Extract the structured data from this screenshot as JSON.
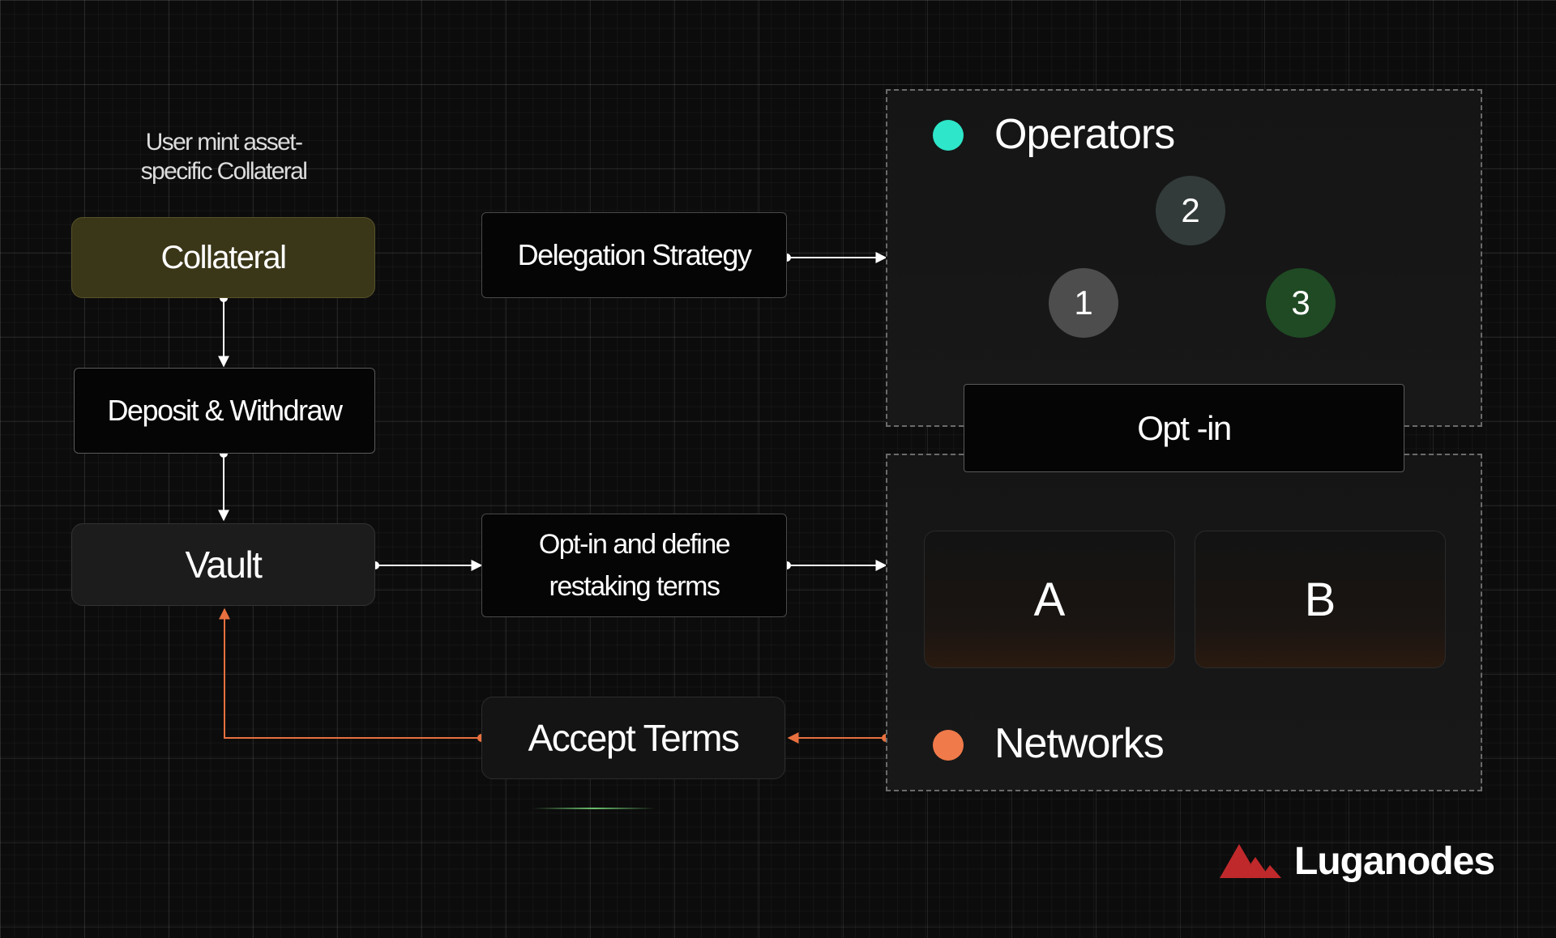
{
  "left": {
    "caption": "User mint asset-\nspecific Collateral",
    "collateral": "Collateral",
    "deposit_withdraw": "Deposit & Withdraw",
    "vault": "Vault"
  },
  "middle": {
    "delegation_strategy": "Delegation Strategy",
    "optin_define_line1": "Opt-in and define",
    "optin_define_line2": "restaking terms",
    "accept_terms": "Accept Terms"
  },
  "operators": {
    "title": "Operators",
    "dot_color": "#2ee6c9",
    "nodes": [
      {
        "label": "1",
        "color": "#4d4d4d"
      },
      {
        "label": "2",
        "color": "#323b3a"
      },
      {
        "label": "3",
        "color": "#1f4a24"
      }
    ],
    "optin_label": "Opt -in"
  },
  "networks": {
    "title": "Networks",
    "dot_color": "#f07a4a",
    "cards": [
      "A",
      "B"
    ]
  },
  "brand": {
    "name": "Luganodes",
    "logo_color": "#c0292b"
  },
  "colors": {
    "return_arrow": "#e8703f"
  }
}
